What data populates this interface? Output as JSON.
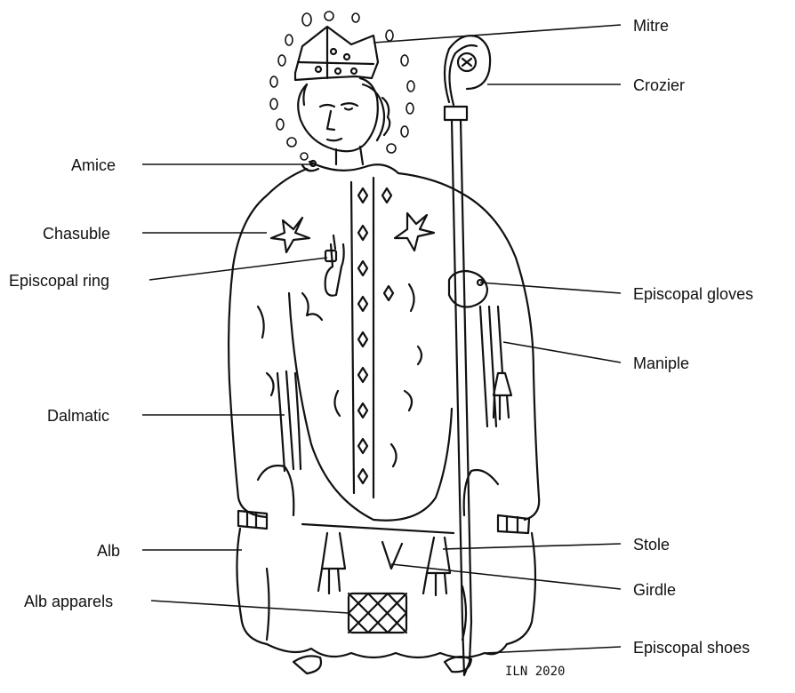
{
  "labels": {
    "mitre": "Mitre",
    "crozier": "Crozier",
    "amice": "Amice",
    "chasuble": "Chasuble",
    "episcopal_ring": "Episcopal ring",
    "episcopal_gloves": "Episcopal gloves",
    "maniple": "Maniple",
    "dalmatic": "Dalmatic",
    "alb": "Alb",
    "stole": "Stole",
    "alb_apparels": "Alb apparels",
    "girdle": "Girdle",
    "episcopal_shoes": "Episcopal shoes"
  },
  "signature": "ILN 2020",
  "ink_color": "#111111",
  "background_color": "#ffffff"
}
